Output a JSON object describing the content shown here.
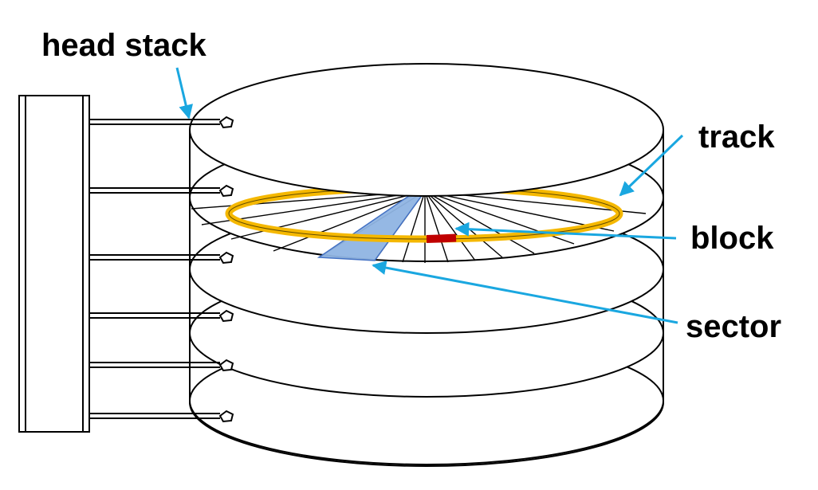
{
  "labels": {
    "head_stack": "head stack",
    "track": "track",
    "block": "block",
    "sector": "sector"
  },
  "colors": {
    "outline": "#000000",
    "track": "#f5b800",
    "block": "#c00000",
    "sector_fill": "#8fb4e3",
    "sector_stroke": "#4472c4",
    "arrow": "#1aa7e0",
    "background": "#ffffff"
  }
}
